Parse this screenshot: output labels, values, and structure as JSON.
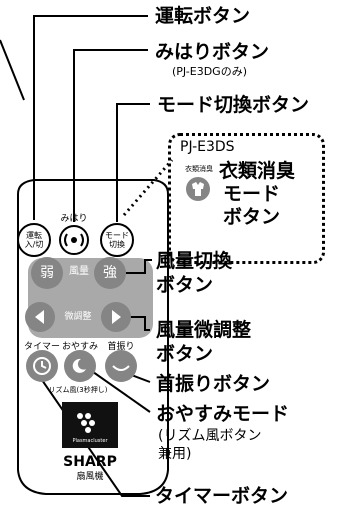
{
  "callouts": {
    "power_button": "運転ボタン",
    "watch_button": "みはりボタン",
    "watch_button_note": "(PJ-E3DGのみ)",
    "mode_switch_button": "モード切換ボタン",
    "inset_model": "PJ-E3DS",
    "inset_icon_label": "衣類消臭",
    "inset_mode_line1": "衣類消臭",
    "inset_mode_line2": "モード",
    "inset_mode_line3": "ボタン",
    "airflow_switch_line1": "風量切換",
    "airflow_switch_line2": "ボタン",
    "airflow_fine_line1": "風量微調整",
    "airflow_fine_line2": "ボタン",
    "swing_button": "首振りボタン",
    "sleep_mode": "おやすみモード",
    "sleep_mode_note1": "(リズム風ボタン",
    "sleep_mode_note2": "兼用)",
    "timer_button": "タイマーボタン"
  },
  "remote": {
    "power_label_line1": "運転",
    "power_label_line2": "入/切",
    "watch_label": "みはり",
    "mode_label_line1": "モード",
    "mode_label_line2": "切換",
    "weak": "弱",
    "airflow": "風量",
    "strong": "強",
    "fine_adjust": "微調整",
    "timer": "タイマー",
    "sleep": "おやすみ",
    "swing": "首振り",
    "rhythm_note": "リズム風(3秒押し)",
    "plasmacluster": "Plasmacluster",
    "brand": "SHARP",
    "product": "扇風機"
  },
  "colors": {
    "remote_body": "#ffffff",
    "panel_gray": "#a9a9a9",
    "button_gray": "#858585",
    "outline": "#000000"
  }
}
